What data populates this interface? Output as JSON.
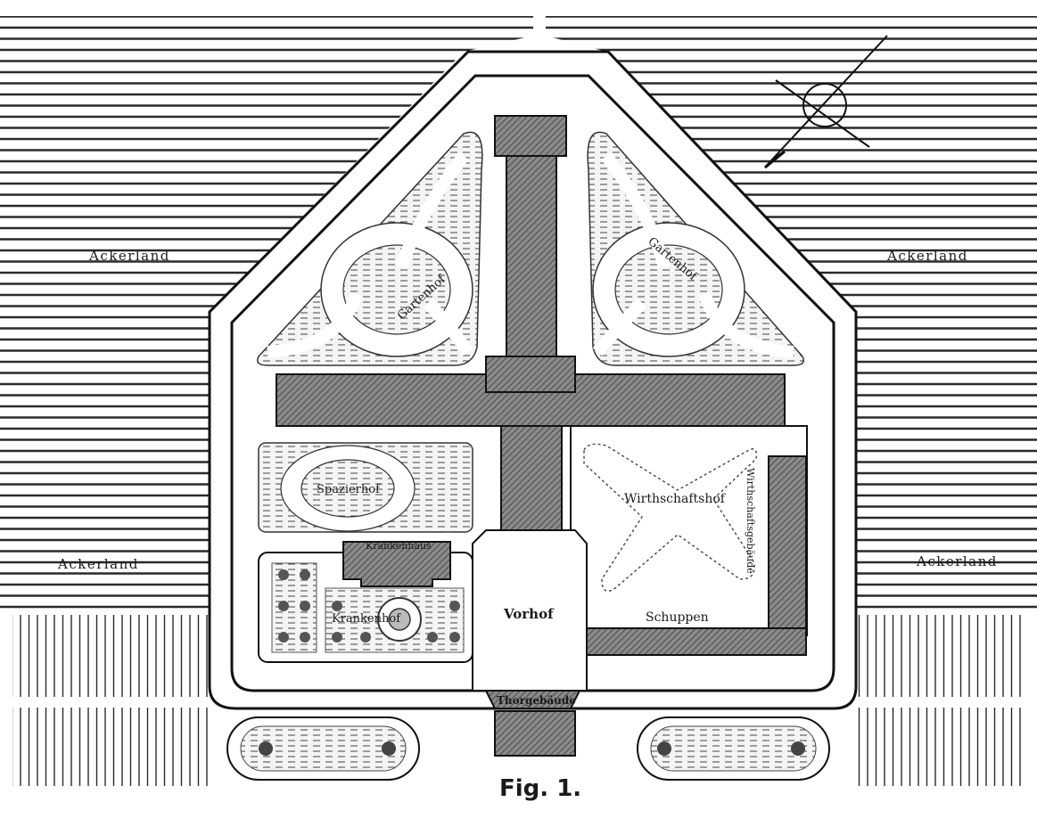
{
  "labels": {
    "ackerland_top_left": "Ackerland",
    "ackerland_top_right": "Ackerland",
    "ackerland_mid_left": "Ackerland",
    "ackerland_mid_right": "Ackerland",
    "garten_left": "Gartenhof",
    "garten_right": "Gartenhof",
    "spazierhof": "Spazierhof",
    "krankenhaus": "Krankenhaus",
    "krankenhof": "Krankenhof",
    "vorhof": "Vorhof",
    "wirthschaftshof": "Wirthschaftshof",
    "wirthschaftsgebaeude": "Wirthschaftsgebäude",
    "schuppen": "Schuppen",
    "thorgebaeude": "Thorgebäude"
  },
  "caption": "Fig. 1.",
  "icons": [
    "compass-rose-icon",
    "north-arrow-icon"
  ]
}
